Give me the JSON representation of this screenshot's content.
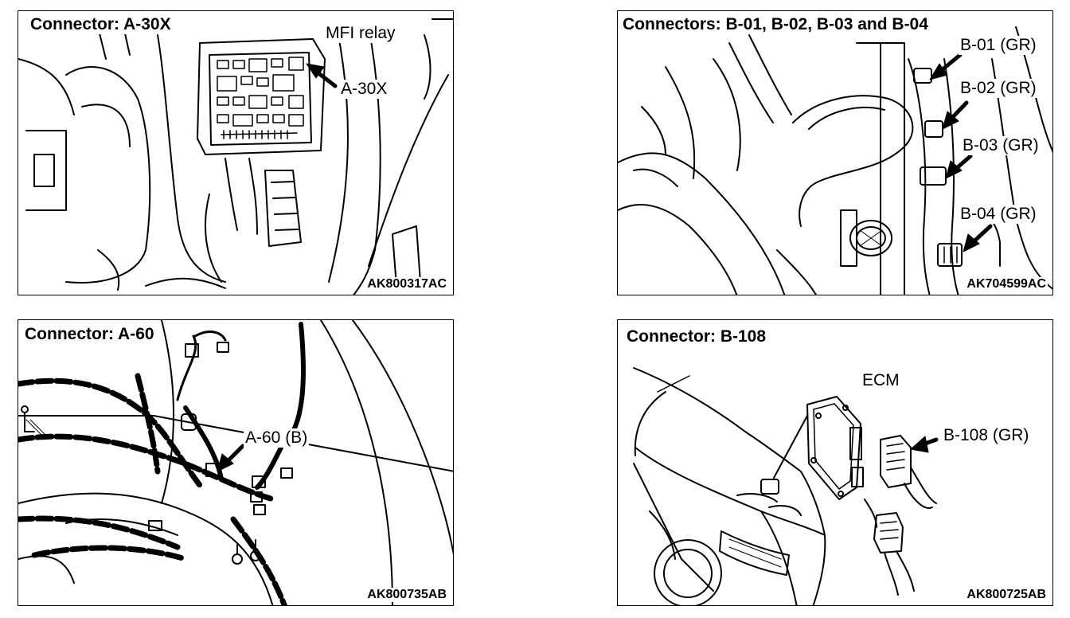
{
  "panels": [
    {
      "title": "Connector: A-30X",
      "code": "AK800317AC",
      "callouts": [
        "MFI relay",
        "A-30X"
      ]
    },
    {
      "title": "Connectors: B-01, B-02, B-03 and B-04",
      "code": "AK704599AC",
      "callouts": [
        "B-01 (GR)",
        "B-02 (GR)",
        "B-03 (GR)",
        "B-04 (GR)"
      ]
    },
    {
      "title": "Connector: A-60",
      "code": "AK800735AB",
      "callouts": [
        "A-60 (B)"
      ]
    },
    {
      "title": "Connector: B-108",
      "code": "AK800725AB",
      "callouts": [
        "ECM",
        "B-108 (GR)"
      ]
    }
  ]
}
